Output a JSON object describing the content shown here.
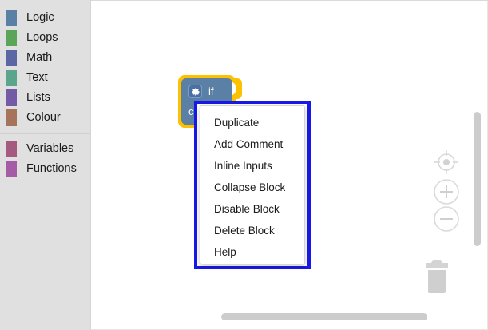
{
  "toolbox": {
    "name": "blockly-toolbox",
    "categories": [
      {
        "label": "Logic",
        "color": "#5b80a5"
      },
      {
        "label": "Loops",
        "color": "#5ba55b"
      },
      {
        "label": "Math",
        "color": "#5b67a5"
      },
      {
        "label": "Text",
        "color": "#5ba58c"
      },
      {
        "label": "Lists",
        "color": "#745ba5"
      },
      {
        "label": "Colour",
        "color": "#a5745b"
      }
    ],
    "categories_secondary": [
      {
        "label": "Variables",
        "color": "#a55b80"
      },
      {
        "label": "Functions",
        "color": "#a55ba5"
      }
    ]
  },
  "block": {
    "if_label": "if",
    "sub_label": "co",
    "gear_icon": "gear-icon",
    "fill_color": "#5b80a5",
    "selection_color": "#fcc200"
  },
  "context_menu": {
    "outline_color": "#1818e8",
    "items": [
      {
        "label": "Duplicate"
      },
      {
        "label": "Add Comment"
      },
      {
        "label": "Inline Inputs"
      },
      {
        "label": "Collapse Block"
      },
      {
        "label": "Disable Block"
      },
      {
        "label": "Delete Block"
      },
      {
        "label": "Help"
      }
    ]
  },
  "workspace_controls": {
    "center_icon": "center-target-icon",
    "zoom_in_icon": "zoom-in-icon",
    "zoom_out_icon": "zoom-out-icon",
    "trash_icon": "trash-can-icon",
    "control_color": "#d5d5d5"
  },
  "scrollbars": {
    "vertical": "vertical-scrollbar",
    "horizontal": "horizontal-scrollbar",
    "thumb_color": "#cccccc"
  }
}
